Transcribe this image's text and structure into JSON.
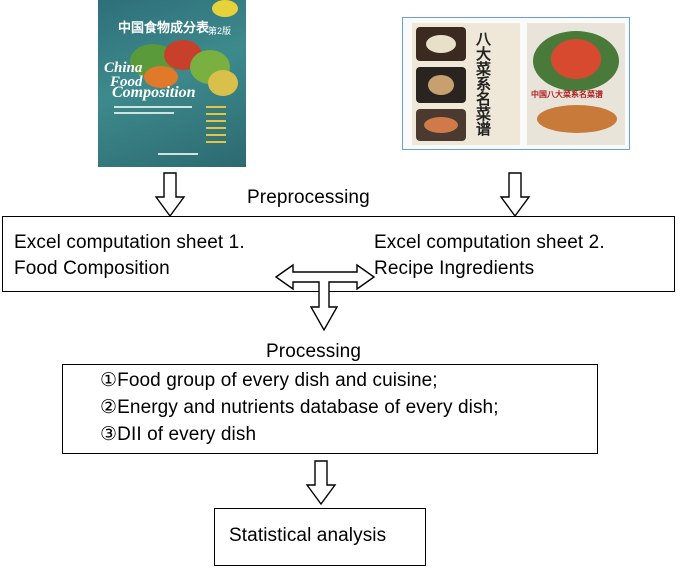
{
  "images": {
    "book1": {
      "title_cn": "中国食物成分表",
      "edition_cn": "第2版",
      "cover_text": [
        "China",
        "Food",
        "Composition"
      ]
    },
    "book2": {
      "title_cn": "八大菜系名菜谱",
      "title_cn_b": "中国八大菜系名菜谱"
    }
  },
  "steps": {
    "preprocessing": "Preprocessing",
    "processing": "Processing"
  },
  "sheets": {
    "sheet1_line1": "Excel computation sheet 1.",
    "sheet1_line2": "Food Composition",
    "sheet2_line1": "Excel computation sheet 2.",
    "sheet2_line2": "Recipe Ingredients"
  },
  "processing_items": [
    "①Food group of every dish and cuisine;",
    "②Energy and nutrients database of every dish;",
    "③DII of every dish"
  ],
  "final": {
    "label": "Statistical analysis"
  }
}
